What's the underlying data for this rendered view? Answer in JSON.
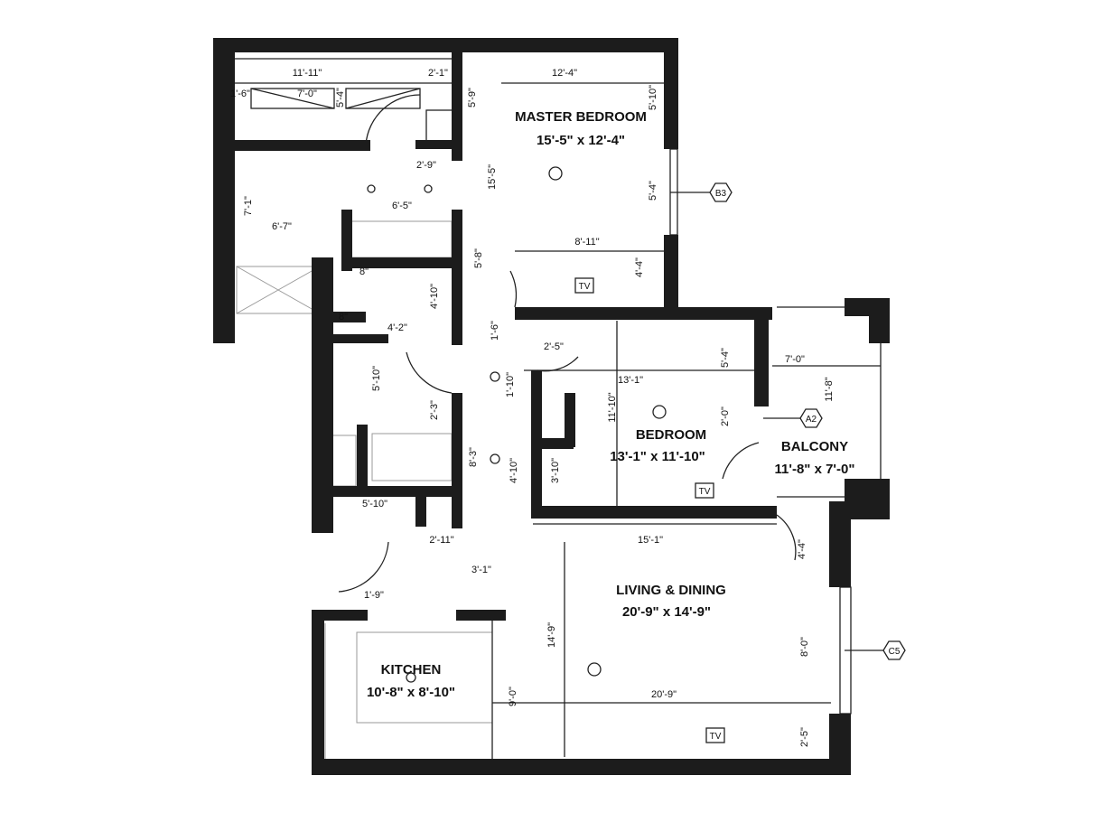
{
  "rooms": {
    "master_bedroom": {
      "name": "MASTER BEDROOM",
      "size": "15'-5\" x 12'-4\""
    },
    "bedroom": {
      "name": "BEDROOM",
      "size": "13'-1\" x 11'-10\""
    },
    "balcony": {
      "name": "BALCONY",
      "size": "11'-8\" x 7'-0\""
    },
    "living": {
      "name": "LIVING & DINING",
      "size": "20'-9\" x 14'-9\""
    },
    "kitchen": {
      "name": "KITCHEN",
      "size": "10'-8\" x 8'-10\""
    }
  },
  "dimensions": [
    "11'-11\"",
    "2'-1\"",
    "1'-6\"",
    "7'-0\"",
    "5'-4\"",
    "5'-9\"",
    "2'-9\"",
    "15'-5\"",
    "6'-5\"",
    "7'-1\"",
    "6'-7\"",
    "5'-8\"",
    "4'-10\"",
    "4'-2\"",
    "1'-6\"",
    "8\"",
    "8\"",
    "12'-4\"",
    "5'-10\"",
    "5'-4\"",
    "8'-11\"",
    "4'-4\"",
    "5'-10\"",
    "2'-3\"",
    "1'-10\"",
    "8'-3\"",
    "4'-10\"",
    "3'-10\"",
    "5'-10\"",
    "2'-11\"",
    "3'-1\"",
    "1'-9\"",
    "2'-5\"",
    "13'-1\"",
    "11'-10\"",
    "5'-4\"",
    "2'-0\"",
    "7'-0\"",
    "11'-8\"",
    "15'-1\"",
    "4'-4\"",
    "14'-9\"",
    "8'-0\"",
    "9'-0\"",
    "20'-9\"",
    "2'-5\""
  ],
  "tags": {
    "b3": "B3",
    "a2": "A2",
    "c5": "C5",
    "tv": "TV"
  },
  "colors": {
    "wall": "#1c1c1c",
    "background": "#ffffff"
  }
}
